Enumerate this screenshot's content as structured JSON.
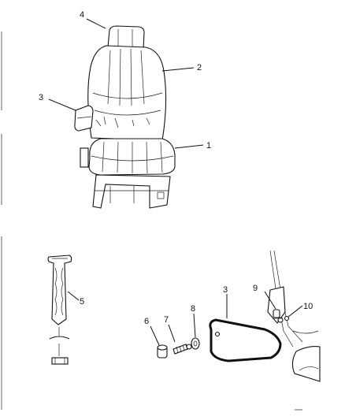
{
  "callouts": {
    "c1": "1",
    "c2": "2",
    "c3a": "3",
    "c4": "4",
    "c5": "5",
    "c3b": "3",
    "c6": "6",
    "c7": "7",
    "c8": "8",
    "c9": "9",
    "c10": "10"
  }
}
